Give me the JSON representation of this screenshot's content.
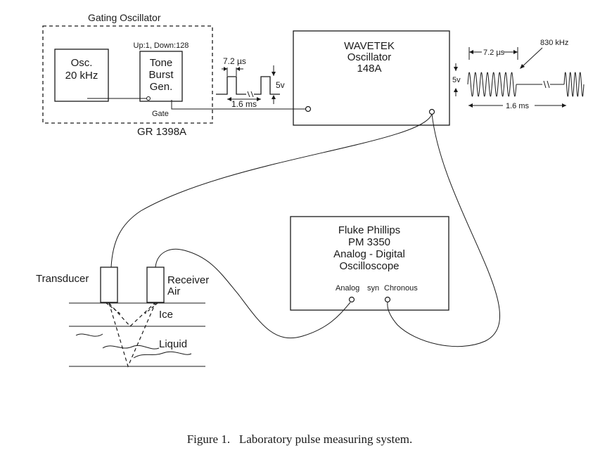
{
  "gating": {
    "title": "Gating Oscillator",
    "osc_line1": "Osc.",
    "osc_line2": "20 kHz",
    "updown": "Up:1, Down:128",
    "tb_line1": "Tone",
    "tb_line2": "Burst",
    "tb_line3": "Gen.",
    "gate": "Gate",
    "model": "GR 1398A"
  },
  "pulse": {
    "width": "7.2 µs",
    "amplitude": "5v",
    "period": "1.6 ms"
  },
  "wavetek": {
    "line1": "WAVETEK",
    "line2": "Oscillator",
    "line3": "148A"
  },
  "burst": {
    "width": "7.2 µs",
    "freq": "830 kHz",
    "amplitude": "5v",
    "period": "1.6 ms"
  },
  "scope": {
    "line1": "Fluke Phillips",
    "line2": "PM 3350",
    "line3": "Analog - Digital",
    "line4": "Oscilloscope",
    "port_analog": "Analog",
    "port_syn": "syn",
    "port_chronous": "Chronous"
  },
  "sample": {
    "transducer": "Transducer",
    "receiver_line1": "Receiver",
    "receiver_line2": "Air",
    "ice": "Ice",
    "liquid": "Liquid"
  },
  "caption": "Figure 1.   Laboratory pulse measuring system."
}
